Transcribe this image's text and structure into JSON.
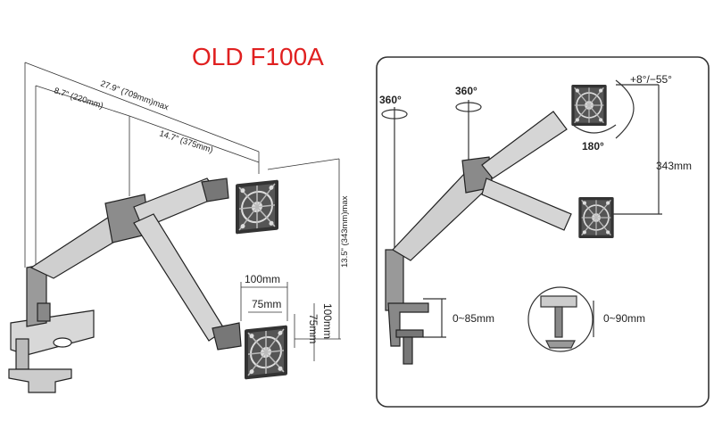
{
  "title": "OLD F100A",
  "left_panel": {
    "dim_total": "27.9\" (709mm)max",
    "dim_inner": "8.7\" (220mm)",
    "dim_outer": "14.7\" (375mm)",
    "dim_vertical": "13.5\" (343mm)max",
    "vesa_width_100": "100mm",
    "vesa_width_75": "75mm",
    "vesa_height_75": "75mm",
    "vesa_height_100": "100mm"
  },
  "right_panel": {
    "rot_base": "360°",
    "rot_arm": "360°",
    "tilt": "+8°/−55°",
    "rot_head": "180°",
    "height": "343mm",
    "clamp": "0~85mm",
    "grommet": "0~90mm"
  }
}
